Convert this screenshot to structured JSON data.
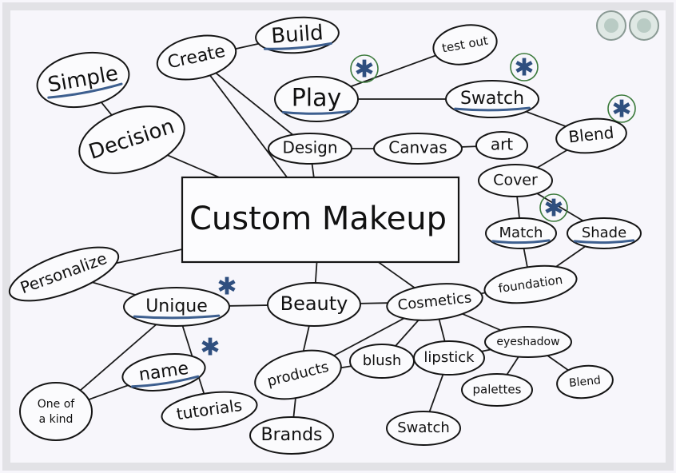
{
  "diagram": {
    "center": {
      "label": "Custom Makeup"
    },
    "nodes": [
      {
        "id": "simple",
        "label": "Simple"
      },
      {
        "id": "decision",
        "label": "Decision"
      },
      {
        "id": "create",
        "label": "Create"
      },
      {
        "id": "build",
        "label": "Build"
      },
      {
        "id": "play",
        "label": "Play"
      },
      {
        "id": "test_out",
        "label": "test out"
      },
      {
        "id": "swatch_top",
        "label": "Swatch"
      },
      {
        "id": "blend_right",
        "label": "Blend"
      },
      {
        "id": "design",
        "label": "Design"
      },
      {
        "id": "canvas",
        "label": "Canvas"
      },
      {
        "id": "art",
        "label": "art"
      },
      {
        "id": "cover",
        "label": "Cover"
      },
      {
        "id": "match",
        "label": "Match"
      },
      {
        "id": "shade",
        "label": "Shade"
      },
      {
        "id": "foundation",
        "label": "foundation"
      },
      {
        "id": "personalize",
        "label": "Personalize"
      },
      {
        "id": "unique",
        "label": "Unique"
      },
      {
        "id": "beauty",
        "label": "Beauty"
      },
      {
        "id": "cosmetics",
        "label": "Cosmetics"
      },
      {
        "id": "name",
        "label": "name"
      },
      {
        "id": "one_of_a_kind",
        "label": "One of a kind"
      },
      {
        "id": "tutorials",
        "label": "tutorials"
      },
      {
        "id": "products",
        "label": "products"
      },
      {
        "id": "brands",
        "label": "Brands"
      },
      {
        "id": "blush",
        "label": "blush"
      },
      {
        "id": "lipstick",
        "label": "lipstick"
      },
      {
        "id": "swatch_bottom",
        "label": "Swatch"
      },
      {
        "id": "eyeshadow",
        "label": "eyeshadow"
      },
      {
        "id": "palettes",
        "label": "palettes"
      },
      {
        "id": "blend_bottom",
        "label": "Blend"
      }
    ],
    "edges": [
      [
        "simple",
        "decision"
      ],
      [
        "decision",
        "center"
      ],
      [
        "create",
        "build"
      ],
      [
        "create",
        "center"
      ],
      [
        "create",
        "design"
      ],
      [
        "play",
        "test_out"
      ],
      [
        "play",
        "swatch_top"
      ],
      [
        "swatch_top",
        "blend_right"
      ],
      [
        "design",
        "center"
      ],
      [
        "design",
        "canvas"
      ],
      [
        "canvas",
        "art"
      ],
      [
        "blend_right",
        "cover"
      ],
      [
        "cover",
        "match"
      ],
      [
        "cover",
        "shade"
      ],
      [
        "match",
        "foundation"
      ],
      [
        "shade",
        "foundation"
      ],
      [
        "foundation",
        "cosmetics"
      ],
      [
        "personalize",
        "center"
      ],
      [
        "personalize",
        "unique"
      ],
      [
        "unique",
        "beauty"
      ],
      [
        "unique",
        "one_of_a_kind"
      ],
      [
        "unique",
        "tutorials"
      ],
      [
        "name",
        "one_of_a_kind"
      ],
      [
        "beauty",
        "center"
      ],
      [
        "beauty",
        "cosmetics"
      ],
      [
        "beauty",
        "products"
      ],
      [
        "cosmetics",
        "center"
      ],
      [
        "cosmetics",
        "products"
      ],
      [
        "cosmetics",
        "blush"
      ],
      [
        "cosmetics",
        "lipstick"
      ],
      [
        "cosmetics",
        "eyeshadow"
      ],
      [
        "products",
        "brands"
      ],
      [
        "products",
        "blush"
      ],
      [
        "blush",
        "lipstick"
      ],
      [
        "lipstick",
        "swatch_bottom"
      ],
      [
        "lipstick",
        "eyeshadow"
      ],
      [
        "eyeshadow",
        "palettes"
      ],
      [
        "eyeshadow",
        "blend_bottom"
      ]
    ],
    "underlined": [
      "simple",
      "build",
      "play",
      "swatch_top",
      "match",
      "shade",
      "unique",
      "name"
    ],
    "starred": [
      "play",
      "swatch_top",
      "blend_right",
      "match",
      "unique",
      "name"
    ],
    "colors": {
      "ink": "#151515",
      "highlight": "#3d5f8f",
      "star": "#2f4f7f",
      "ring": "#3b7a3b",
      "board": "#f7f6fb"
    }
  }
}
